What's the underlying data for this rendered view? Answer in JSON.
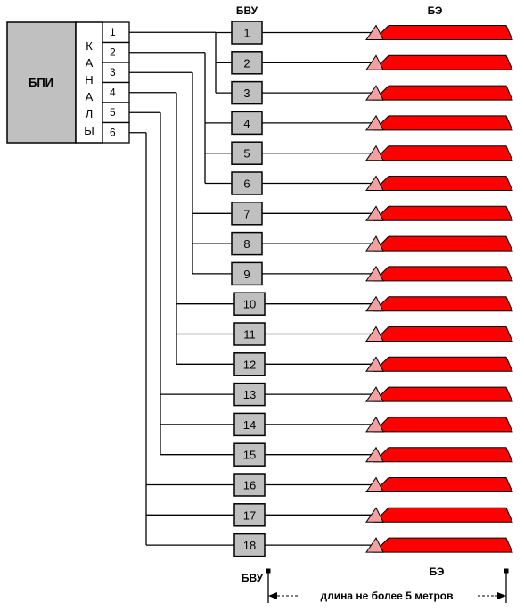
{
  "control_unit": {
    "label": "БПИ"
  },
  "channels_block": {
    "label_letters": [
      "К",
      "А",
      "Н",
      "А",
      "Л",
      "Ы"
    ],
    "channels": [
      "1",
      "2",
      "3",
      "4",
      "5",
      "6"
    ]
  },
  "bvu_header_top": "БВУ",
  "bvu_header_bottom": "БВУ",
  "be_header_top": "БЭ",
  "be_header_bottom": "БЭ",
  "bvu_units": [
    "1",
    "2",
    "3",
    "4",
    "5",
    "6",
    "7",
    "8",
    "9",
    "10",
    "11",
    "12",
    "13",
    "14",
    "15",
    "16",
    "17",
    "18"
  ],
  "length_note": "длина не более 5 метров",
  "colors": {
    "control_unit_fill": "#c0c0c0",
    "bvu_fill": "#c0c0c0",
    "emitter_body": "#ff0000",
    "emitter_tip": "#f4a0a0",
    "line": "#000000"
  }
}
